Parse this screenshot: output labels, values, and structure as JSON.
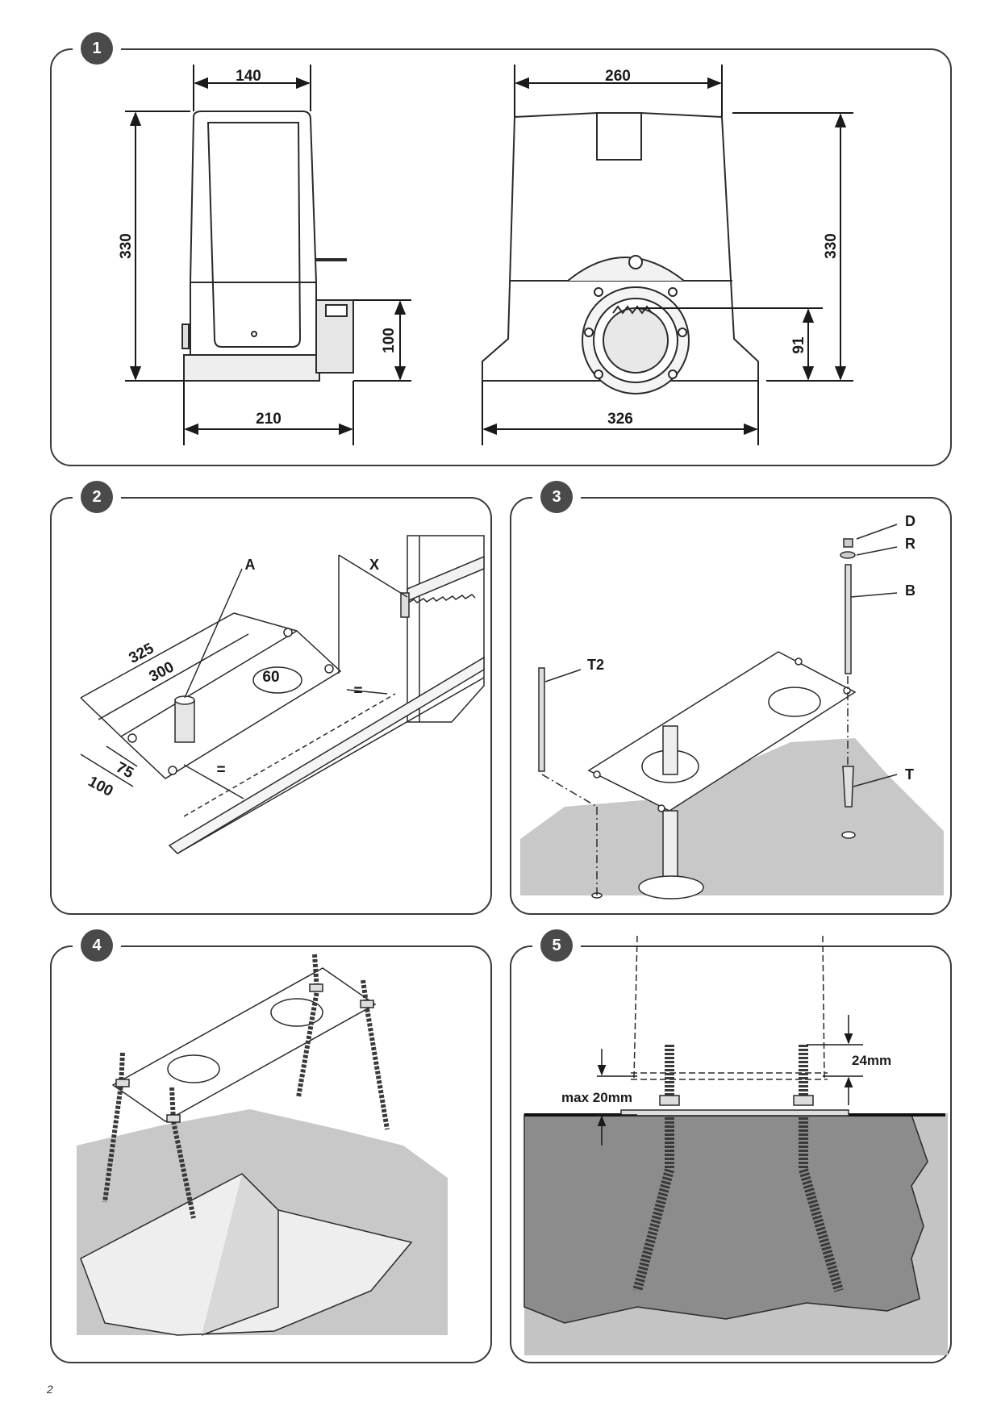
{
  "page": {
    "number": "2"
  },
  "figures": [
    {
      "id": "1",
      "dimensions": {
        "side_width": "140",
        "side_height": "330",
        "base_depth": "210",
        "bracket_height": "100",
        "front_width": "260",
        "front_height": "330",
        "front_base": "326",
        "pinion_height": "91"
      }
    },
    {
      "id": "2",
      "labels": {
        "plate_ref": "A",
        "gap": "X"
      },
      "dimensions": {
        "plate_length": "325",
        "hole_span": "300",
        "hole_diameter": "60",
        "hole_offset": "75",
        "plate_width": "100",
        "equal_mark": "="
      }
    },
    {
      "id": "3",
      "labels": {
        "nut": "D",
        "washer": "R",
        "bolt": "B",
        "anchor": "T",
        "anchor_2": "T2"
      }
    },
    {
      "id": "4"
    },
    {
      "id": "5",
      "dimensions": {
        "bolt_protrusion": "24mm",
        "max_gap": "max 20mm"
      }
    }
  ]
}
